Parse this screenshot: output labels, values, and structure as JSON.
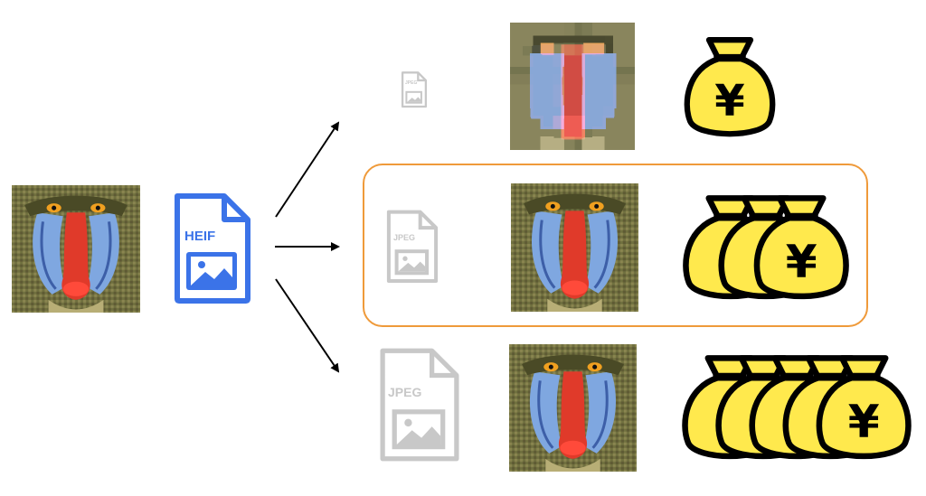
{
  "input_format": {
    "label": "HEIF",
    "color": "#3b73e8"
  },
  "outputs": [
    {
      "format_label": "JPEG",
      "quality": "low",
      "cost_bags": 1
    },
    {
      "format_label": "JPEG",
      "quality": "medium",
      "cost_bags": 3,
      "highlighted": true
    },
    {
      "format_label": "JPEG",
      "quality": "high",
      "cost_bags": 5
    }
  ],
  "currency_symbol": "¥",
  "colors": {
    "highlight_border": "#ef9a3a",
    "bag_fill": "#ffe94d",
    "bag_stroke": "#000000",
    "file_grey": "#c8c8c8"
  }
}
